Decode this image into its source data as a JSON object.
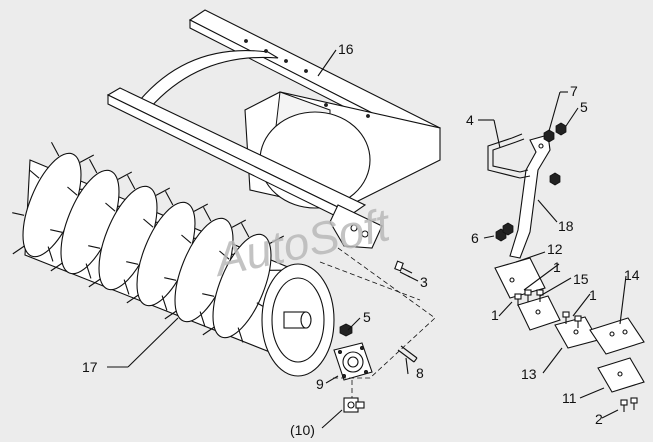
{
  "watermark": "AutoSoft",
  "callouts": {
    "c1a": "1",
    "c1b": "1",
    "c1c": "1",
    "c2": "2",
    "c3": "3",
    "c4": "4",
    "c5a": "5",
    "c5b": "5",
    "c6": "6",
    "c7": "7",
    "c8": "8",
    "c9": "9",
    "c10": "(10)",
    "c11": "11",
    "c12": "12",
    "c13": "13",
    "c14": "14",
    "c15": "15",
    "c16": "16",
    "c17": "17",
    "c18": "18"
  },
  "colors": {
    "background": "#ececec",
    "line": "#111111",
    "watermark": "#b9b9b9"
  }
}
